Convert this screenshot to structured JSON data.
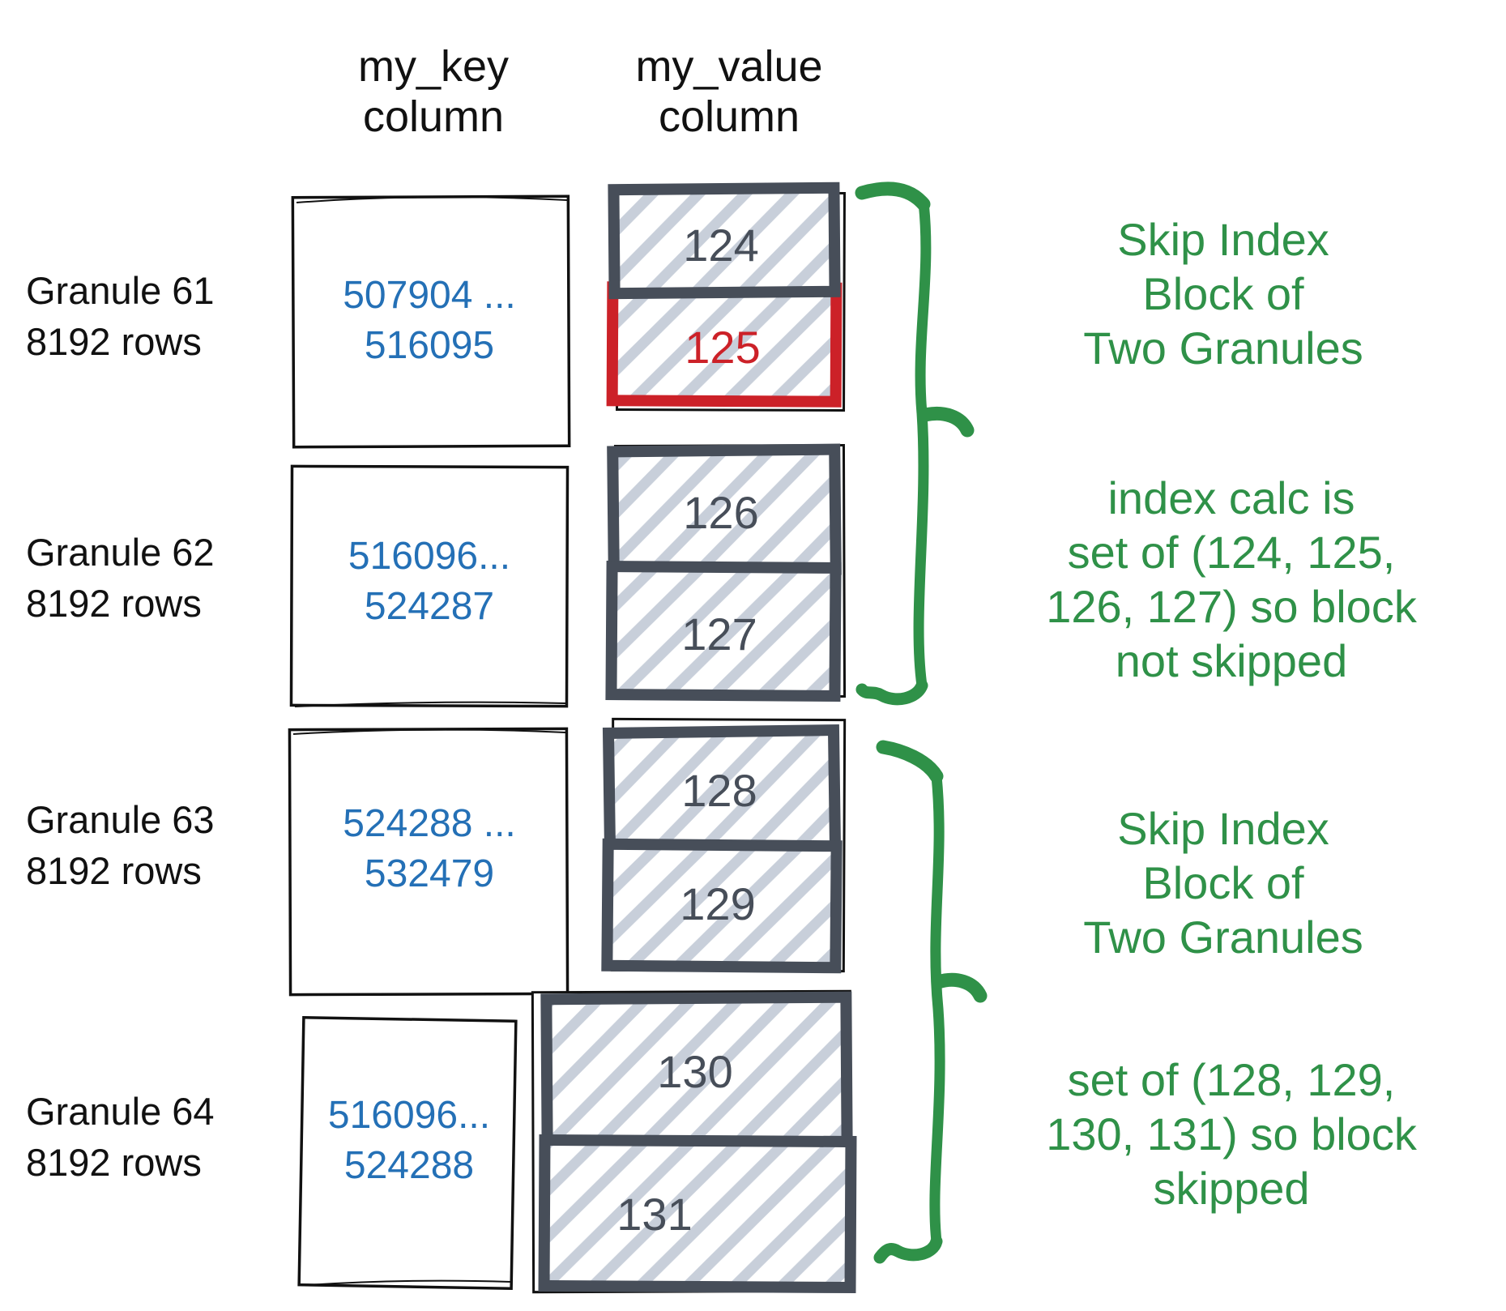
{
  "columns": {
    "key": {
      "line1": "my_key",
      "line2": "column"
    },
    "value": {
      "line1": "my_value",
      "line2": "column"
    }
  },
  "granules": [
    {
      "name": "Granule 61",
      "rows": "8192 rows",
      "key_from": "507904 ...",
      "key_to": "516095",
      "blocks": [
        "124",
        "125"
      ]
    },
    {
      "name": "Granule 62",
      "rows": "8192 rows",
      "key_from": "516096...",
      "key_to": "524287",
      "blocks": [
        "126",
        "127"
      ]
    },
    {
      "name": "Granule 63",
      "rows": "8192 rows",
      "key_from": "524288 ...",
      "key_to": "532479",
      "blocks": [
        "128",
        "129"
      ]
    },
    {
      "name": "Granule 64",
      "rows": "8192 rows",
      "key_from": "516096...",
      "key_to": "524288",
      "blocks": [
        "130",
        "131"
      ]
    }
  ],
  "highlighted_block": "125",
  "annotations": [
    {
      "lines": [
        "Skip Index",
        "Block of",
        "Two Granules"
      ]
    },
    {
      "lines": [
        "index calc is",
        "set of (124, 125,",
        "126, 127) so block",
        "not skipped"
      ]
    },
    {
      "lines": [
        "Skip Index",
        "Block of",
        "Two Granules"
      ]
    },
    {
      "lines": [
        "set of (128, 129,",
        "130, 131) so block",
        "skipped"
      ]
    }
  ],
  "colors": {
    "annotation_green": "#2f9148",
    "key_blue": "#2470b6",
    "highlight_red": "#cc2128",
    "block_slate": "#474e59",
    "hatch_gray": "#c8cfda",
    "ink_black": "#111111"
  }
}
